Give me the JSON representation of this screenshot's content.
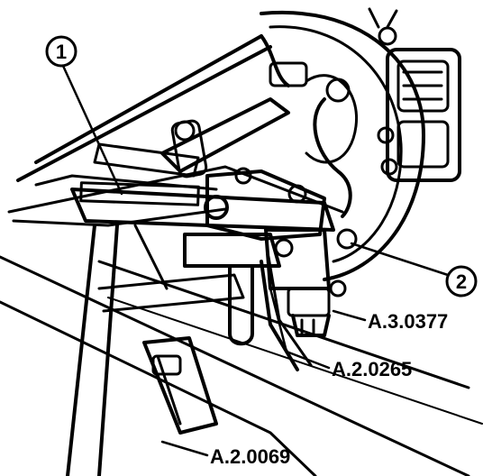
{
  "callouts": {
    "item_1": "1",
    "item_2": "2",
    "ref_a": "A.3.0377",
    "ref_b": "A.2.0265",
    "ref_c": "A.2.0069"
  },
  "colors": {
    "ink": "#000000",
    "paper": "#ffffff",
    "shade": "#d8d8d8"
  }
}
